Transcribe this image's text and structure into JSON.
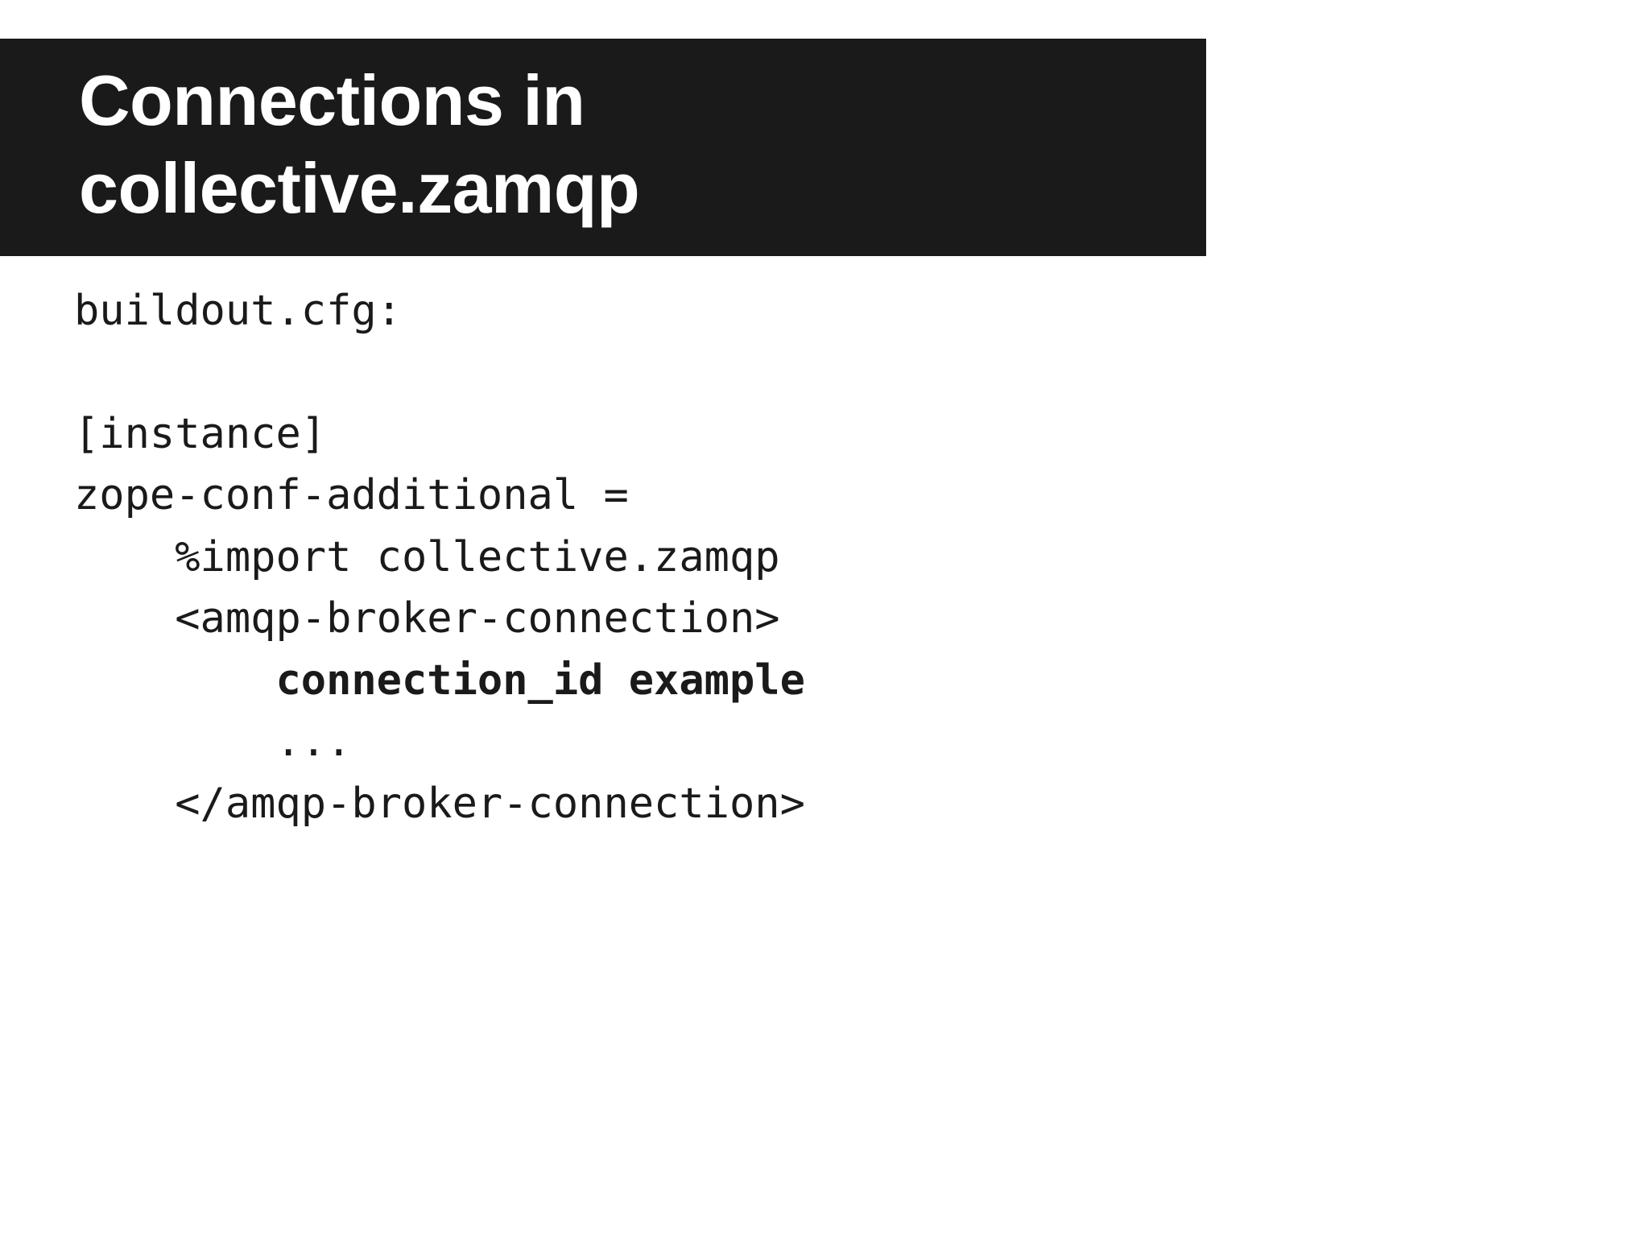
{
  "slide": {
    "background_color": "#ffffff",
    "banner": {
      "background_color": "#1a1a1a",
      "text_color": "#ffffff",
      "title": "Connections in collective.zamqp"
    },
    "code": {
      "text_color": "#1a1a1a",
      "lines": [
        {
          "text": "buildout.cfg:",
          "bold": false
        },
        {
          "text": "",
          "bold": false
        },
        {
          "text": "[instance]",
          "bold": false
        },
        {
          "text": "zope-conf-additional =",
          "bold": false
        },
        {
          "text": "    %import collective.zamqp",
          "bold": false
        },
        {
          "text": "    <amqp-broker-connection>",
          "bold": false
        },
        {
          "text": "        connection_id example",
          "bold": true
        },
        {
          "text": "        ...",
          "bold": false
        },
        {
          "text": "    </amqp-broker-connection>",
          "bold": false
        }
      ]
    }
  }
}
